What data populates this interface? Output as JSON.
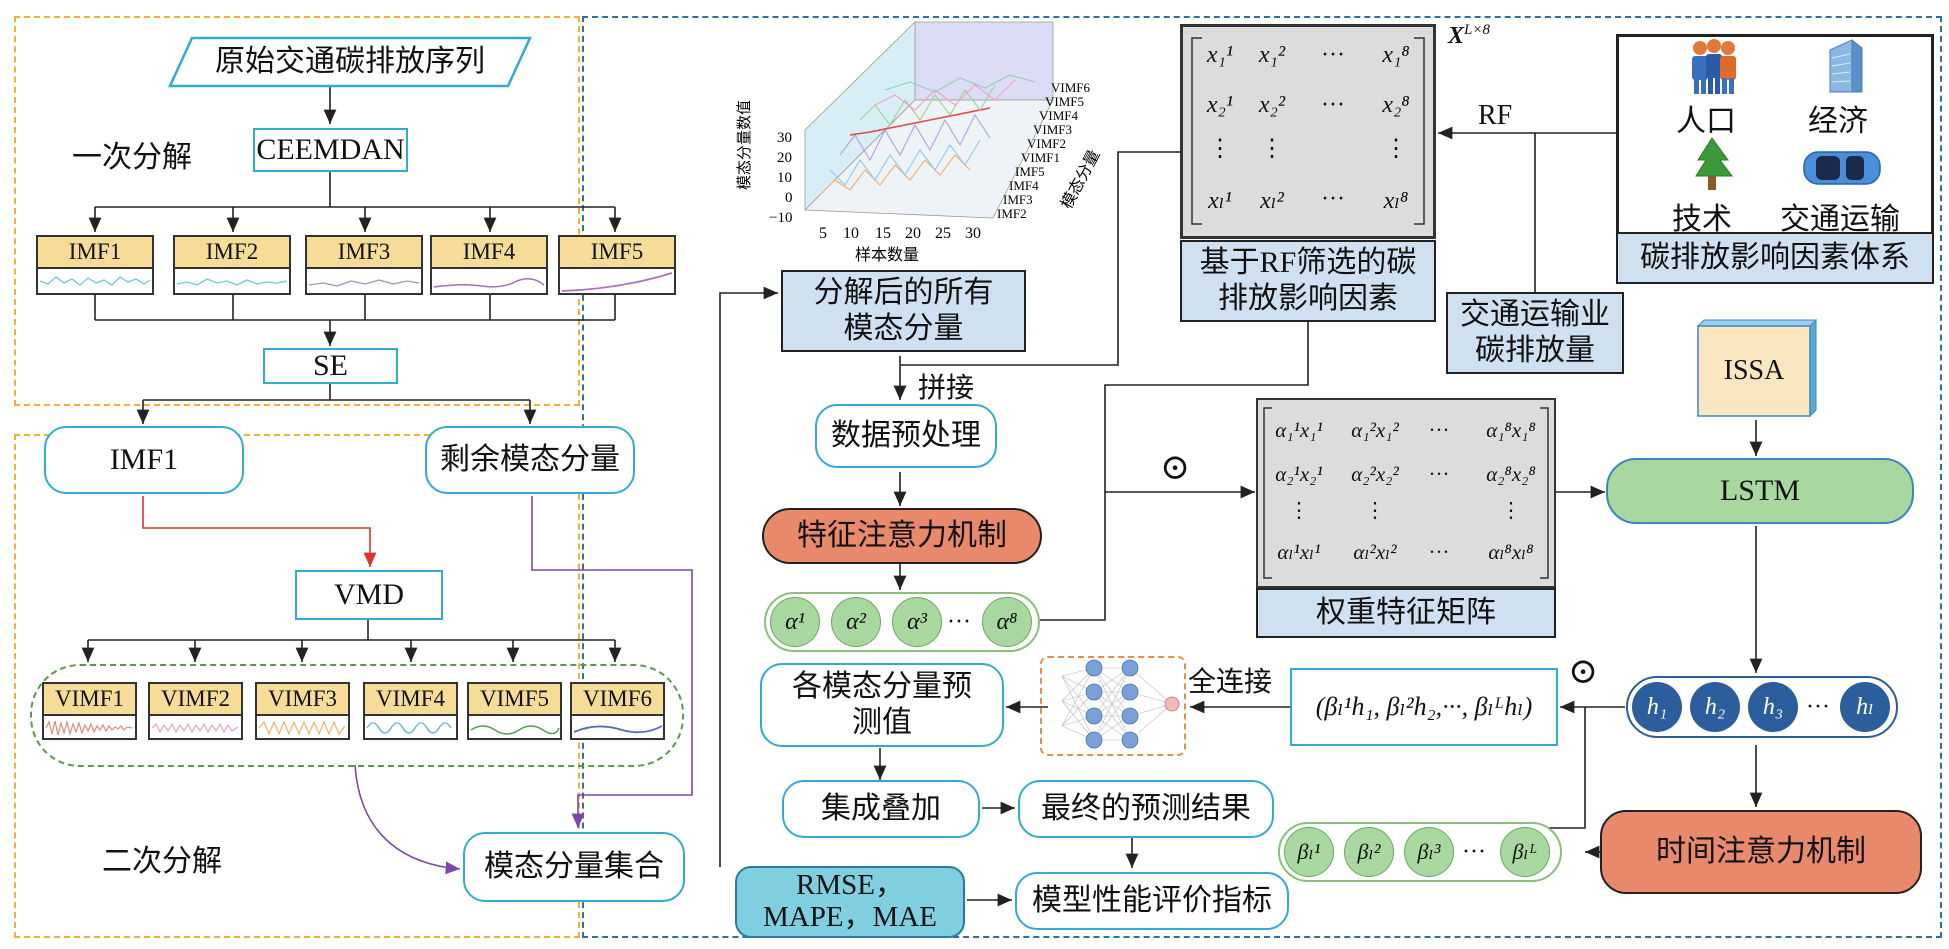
{
  "left_top": {
    "section_label": "一次分解",
    "input_series": "原始交通碳排放序列",
    "ceemdan": "CEEMDAN",
    "imfs": [
      "IMF1",
      "IMF2",
      "IMF3",
      "IMF4",
      "IMF5"
    ],
    "se": "SE",
    "imf1_out": "IMF1",
    "residual": "剩余模态分量"
  },
  "left_bottom": {
    "section_label": "二次分解",
    "vmd": "VMD",
    "vimfs": [
      "VIMF1",
      "VIMF2",
      "VIMF3",
      "VIMF4",
      "VIMF5",
      "VIMF6"
    ],
    "mode_set": "模态分量集合"
  },
  "chart3d": {
    "z_label": "模态分量数值",
    "z_ticks": [
      "30",
      "20",
      "10",
      "0",
      "−10"
    ],
    "x_label": "样本数量",
    "x_ticks": [
      "5",
      "10",
      "15",
      "20",
      "25",
      "30"
    ],
    "y_label": "模态分量",
    "y_ticks": [
      "VIMF6",
      "VIMF5",
      "VIMF4",
      "VIMF3",
      "VIMF2",
      "VIMF1",
      "IMF5",
      "IMF4",
      "IMF3",
      "IMF2"
    ]
  },
  "flow": {
    "all_modes": "分解后的所有模态分量",
    "concat": "拼接",
    "preprocess": "数据预处理",
    "feature_attention": "特征注意力机制",
    "alphas": [
      "α¹",
      "α²",
      "α³",
      "···",
      "α⁸"
    ],
    "mode_preds": "各模态分量预测值",
    "fc": "全连接",
    "ensemble": "集成叠加",
    "final": "最终的预测结果",
    "metrics": "RMSE，MAPE，MAE",
    "eval": "模型性能评价指标"
  },
  "matrix_x": {
    "label": "X",
    "superscript": "L×8",
    "rows": [
      [
        "x₁¹",
        "x₁²",
        "···",
        "x₁⁸"
      ],
      [
        "x₂¹",
        "x₂²",
        "···",
        "x₂⁸"
      ],
      [
        "⋮",
        "⋮",
        "",
        "⋮"
      ],
      [
        "xₗ¹",
        "xₗ²",
        "···",
        "xₗ⁸"
      ]
    ],
    "caption": "基于RF筛选的碳排放影响因素"
  },
  "rf": "RF",
  "factors": {
    "items": [
      "人口",
      "经济",
      "技术",
      "交通运输"
    ],
    "caption": "碳排放影响因素体系"
  },
  "transport_emission": "交通运输业碳排放量",
  "weighted_matrix": {
    "rows": [
      [
        "α₁¹x₁¹",
        "α₁²x₁²",
        "···",
        "α₁⁸x₁⁸"
      ],
      [
        "α₂¹x₂¹",
        "α₂²x₂²",
        "···",
        "α₂⁸x₂⁸"
      ],
      [
        "⋮",
        "⋮",
        "",
        "⋮"
      ],
      [
        "αₗ¹xₗ¹",
        "αₗ²xₗ²",
        "···",
        "αₗ⁸xₗ⁸"
      ]
    ],
    "caption": "权重特征矩阵"
  },
  "odot": "⊙",
  "issa": "ISSA",
  "lstm": "LSTM",
  "hidden": [
    "h₁",
    "h₂",
    "h₃",
    "···",
    "hₗ"
  ],
  "beta_vector": "(βₗ¹h₁, βₗ²h₂,···, βₗᴸhₗ)",
  "temporal_attention": "时间注意力机制",
  "betas": [
    "βₗ¹",
    "βₗ²",
    "βₗ³",
    "···",
    "βₗᴸ"
  ],
  "colors": {
    "orange_dash": "#f0b232",
    "blue_dash": "#2f6fa8",
    "cyan": "#33a9d6",
    "salmon": "#e8896b",
    "green": "#a8d8a0",
    "navy": "#2c5d9c"
  }
}
